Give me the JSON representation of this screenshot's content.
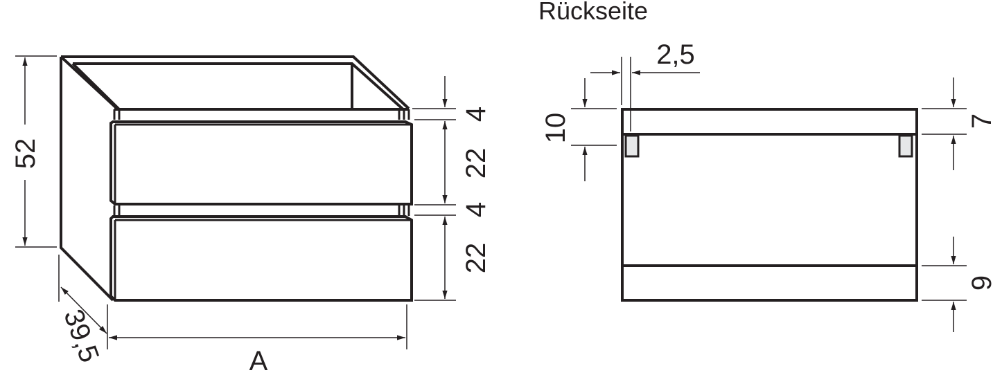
{
  "diagram": {
    "type": "technical-dimension-drawing",
    "front_view": {
      "dimensions": {
        "height": "52",
        "depth": "39,5",
        "width": "A",
        "top_gap": "4",
        "drawer_1_height": "22",
        "middle_gap": "4",
        "drawer_2_height": "22"
      }
    },
    "back_view": {
      "title": "Rückseite",
      "dimensions": {
        "offset": "2,5",
        "top_left": "10",
        "top_right": "7",
        "bottom_right": "9"
      }
    },
    "colors": {
      "line": "#231f20",
      "fill_block": "#e6e7e8"
    }
  }
}
